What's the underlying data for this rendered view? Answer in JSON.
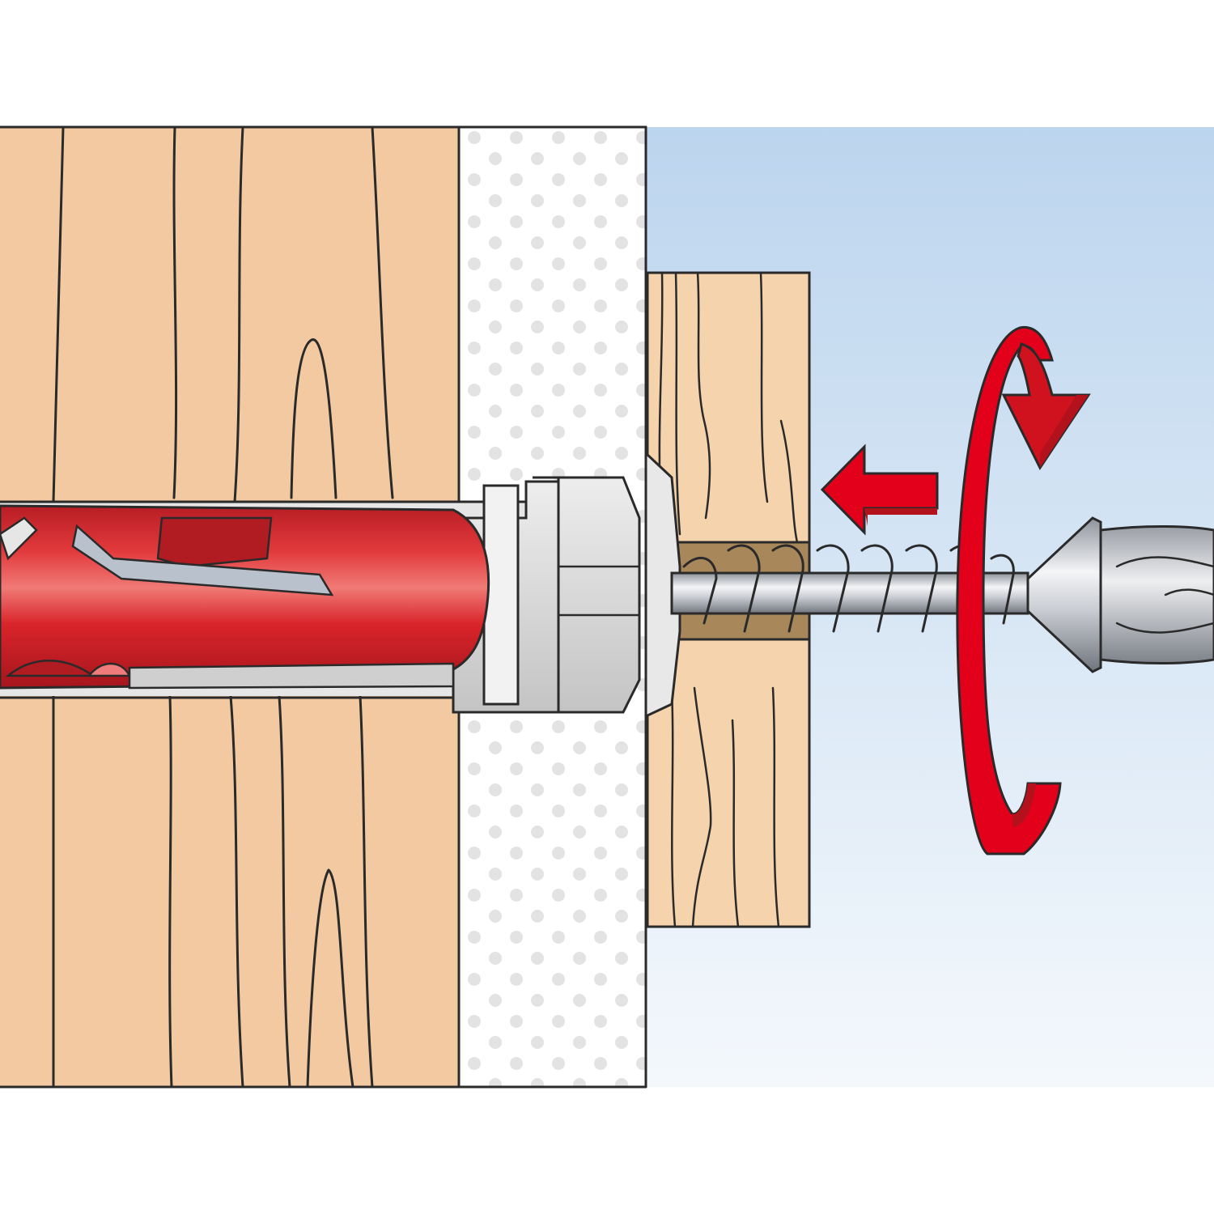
{
  "diagram": {
    "kind": "installation-step",
    "components": [
      "solid-wood-substrate",
      "plaster-insulation-layer",
      "wooden-fixture",
      "red-wall-plug",
      "plug-collar",
      "wood-screw",
      "screwdriver-bit",
      "insert-direction-arrow",
      "rotation-arrow"
    ],
    "colors": {
      "wood": "#f2c9a0",
      "wood_grain": "#2a2a2a",
      "plaster": "#ffffff",
      "plaster_dots": "#e3e3e3",
      "fixture_wood": "#f5d3ac",
      "sky_top": "#bcd5ee",
      "sky_bottom": "#f4f8fc",
      "plug_red": "#d9242a",
      "plug_dark_red": "#b01c22",
      "plug_highlight": "#ef7c7a",
      "collar_gray": "#dcdcdc",
      "screw_silver": "#c9ccd2",
      "hole_brown": "#a8875a",
      "arrow_red": "#e3001b",
      "arrow_shadow": "#b3121d"
    },
    "icons": {
      "insert": "arrow-left-icon",
      "rotate": "rotate-clockwise-icon"
    }
  }
}
